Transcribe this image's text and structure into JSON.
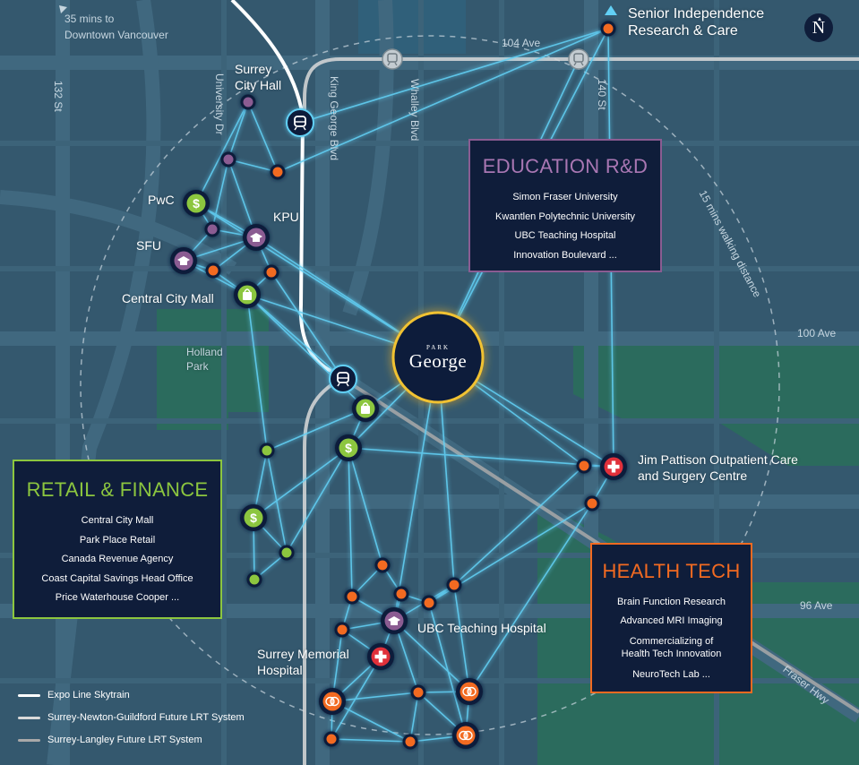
{
  "colors": {
    "background": "#34586e",
    "park": "#2b6b5d",
    "roads": "#3f6880",
    "connection_lines": "#62d0f5",
    "education": "#8b5c92",
    "retail": "#8cc63f",
    "health": "#f26a21",
    "hub_ring": "#f1c232",
    "box_fill": "#0f1d3a"
  },
  "north_arrow": {
    "letter": "N",
    "icon": "north-compass-icon"
  },
  "direction_note": {
    "icon": "arrow-up-left-icon",
    "text_line1": "35 mins to",
    "text_line2": "Downtown Vancouver"
  },
  "streets": {
    "ave_104": "104 Ave",
    "st_132": "132 St",
    "university_dr": "University Dr",
    "king_george_blvd": "King George Blvd",
    "whalley_blvd": "Whalley Blvd",
    "st_140": "140 St",
    "ave_100": "100 Ave",
    "ave_96": "96 Ave",
    "fraser_hwy": "Fraser Hwy"
  },
  "park_label": {
    "line1": "Holland",
    "line2": "Park"
  },
  "walk_radius_label": "15 mins walking distance",
  "hub": {
    "small": "PARK",
    "big": "George"
  },
  "place_labels": {
    "surrey_city_hall_line1": "Surrey",
    "surrey_city_hall_line2": "City Hall",
    "pwc": "PwC",
    "kpu": "KPU",
    "sfu": "SFU",
    "central_city_mall": "Central City Mall",
    "senior_line1": "Senior Independence",
    "senior_line2": "Research & Care",
    "jim_pattison_line1": "Jim Pattison Outpatient Care",
    "jim_pattison_line2": "and Surgery Centre",
    "ubc_teaching_hospital": "UBC Teaching Hospital",
    "surrey_memorial_line1": "Surrey Memorial",
    "surrey_memorial_line2": "Hospital"
  },
  "education_box": {
    "title": "EDUCATION R&D",
    "items": [
      "Simon Fraser University",
      "Kwantlen Polytechnic University",
      "UBC Teaching Hospital",
      "Innovation Boulevard ..."
    ]
  },
  "retail_box": {
    "title": "RETAIL & FINANCE",
    "items": [
      "Central City Mall",
      "Park Place Retail",
      "Canada Revenue Agency",
      "Coast Capital Savings Head Office",
      "Price Waterhouse Cooper ..."
    ]
  },
  "health_box": {
    "title": "HEALTH TECH",
    "items": [
      "Brain Function Research",
      "Advanced MRI Imaging",
      "Commercializing of",
      "Health Tech Innovation",
      "NeuroTech Lab ..."
    ]
  },
  "legend": [
    {
      "label": "Expo Line Skytrain",
      "color": "#ffffff"
    },
    {
      "label": "Surrey-Newton-Guildford Future LRT System",
      "color": "#d9d9d9"
    },
    {
      "label": "Surrey-Langley Future LRT System",
      "color": "#a9a9a9"
    }
  ]
}
